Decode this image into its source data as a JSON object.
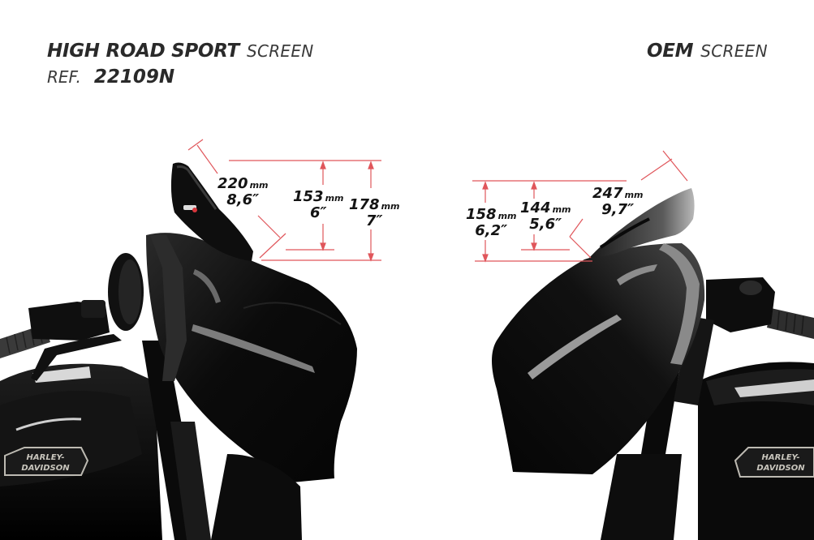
{
  "left_product": {
    "name_strong": "HIGH ROAD SPORT",
    "name_light": "SCREEN",
    "ref_label": "REF.",
    "ref_value": "22109N",
    "dimensions": {
      "diagonal": {
        "mm": "220",
        "unit": "mm",
        "inch": "8,6″"
      },
      "inner_height": {
        "mm": "153",
        "unit": "mm",
        "inch": "6″"
      },
      "outer_height": {
        "mm": "178",
        "unit": "mm",
        "inch": "7″"
      }
    },
    "badge_text": "HARLEY-DAVIDSON"
  },
  "right_product": {
    "name_strong": "OEM",
    "name_light": "SCREEN",
    "dimensions": {
      "outer_height": {
        "mm": "158",
        "unit": "mm",
        "inch": "6,2″"
      },
      "inner_height": {
        "mm": "144",
        "unit": "mm",
        "inch": "5,6″"
      },
      "diagonal": {
        "mm": "247",
        "unit": "mm",
        "inch": "9,7″"
      }
    },
    "badge_text": "HARLEY-DAVIDSON"
  },
  "colors": {
    "background": "#ffffff",
    "dimension_line": "#e0565b",
    "text": "#2a2a2a",
    "bike_body": "#0d0d0d",
    "badge": "#c9c6bd"
  }
}
